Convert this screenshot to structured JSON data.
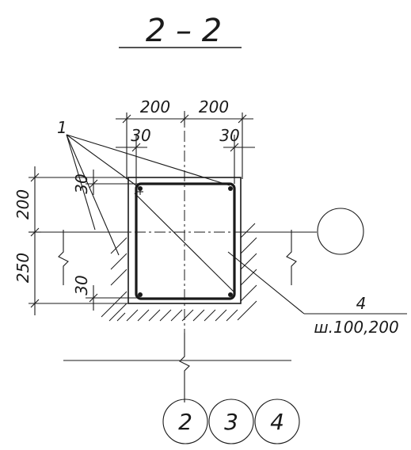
{
  "section_title": "2 – 2",
  "dimensions": {
    "top_left_width": "200",
    "top_right_width": "200",
    "cover_top_left": "30",
    "cover_top_right": "30",
    "upper_height": "200",
    "lower_height": "250",
    "cover_left_upper": "30",
    "cover_left_lower": "30"
  },
  "callouts": {
    "rebar_mark": "1",
    "stirrup_mark": "4",
    "stirrup_spec": "ш.100,200"
  },
  "axis_bubbles": [
    "2",
    "3",
    "4"
  ],
  "ground_bubble": ""
}
